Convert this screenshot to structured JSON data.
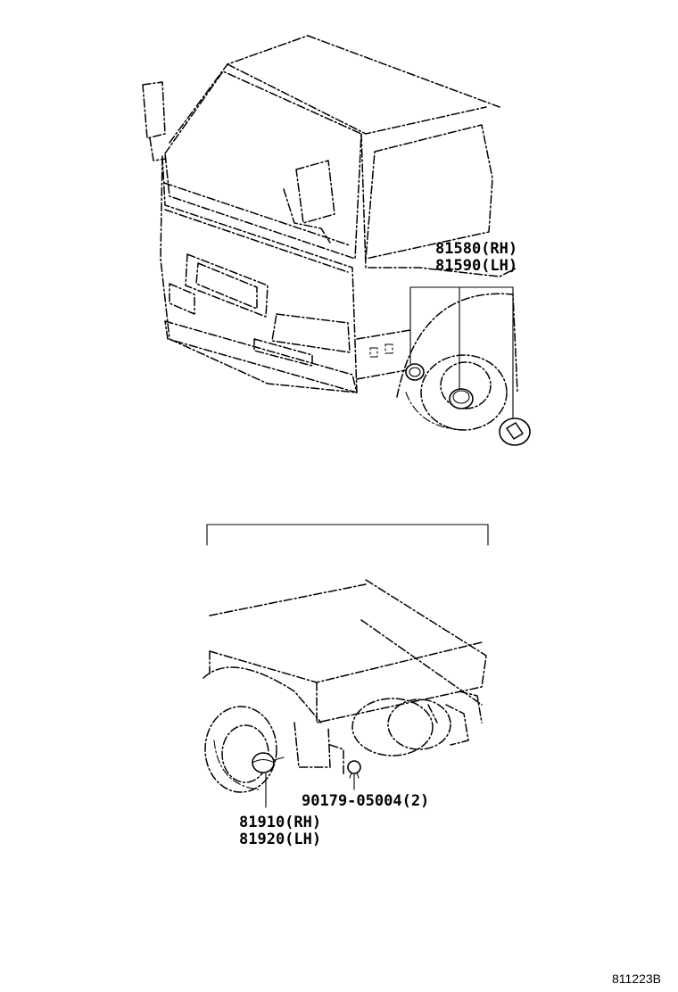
{
  "front_view": {
    "part_label_line1": "81580(RH)",
    "part_label_line2": "81590(LH)"
  },
  "rear_view": {
    "fastener_label": "90179-05004(2)",
    "part_label_line1": "81910(RH)",
    "part_label_line2": "81920(LH)"
  },
  "figure_code": "811223B"
}
